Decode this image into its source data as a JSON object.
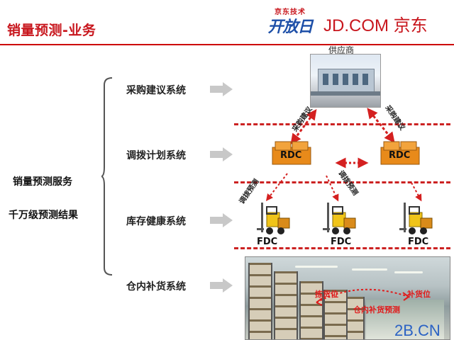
{
  "header": {
    "title": "销量预测-业务",
    "logo_small": "京东技术",
    "logo_big": "开放日",
    "logo_jd": "JD.COM 京东"
  },
  "left": {
    "service": "销量预测服务",
    "result": "千万级预测结果"
  },
  "systems": [
    "采购建议系统",
    "调拨计划系统",
    "库存健康系统",
    "仓内补货系统"
  ],
  "diagram": {
    "supplier": "供应商",
    "rdc": [
      "RDC",
      "RDC"
    ],
    "fdc": [
      "FDC",
      "FDC",
      "FDC"
    ],
    "curved_labels": [
      "采购建议",
      "采购建议",
      "调拨预测",
      "调拨预测"
    ],
    "warehouse_labels": [
      "拣货位",
      "补货位",
      "仓内补货预测"
    ]
  },
  "watermark": "2B.CN",
  "colors": {
    "accent": "#c8161d",
    "dash": "#cc2222"
  }
}
